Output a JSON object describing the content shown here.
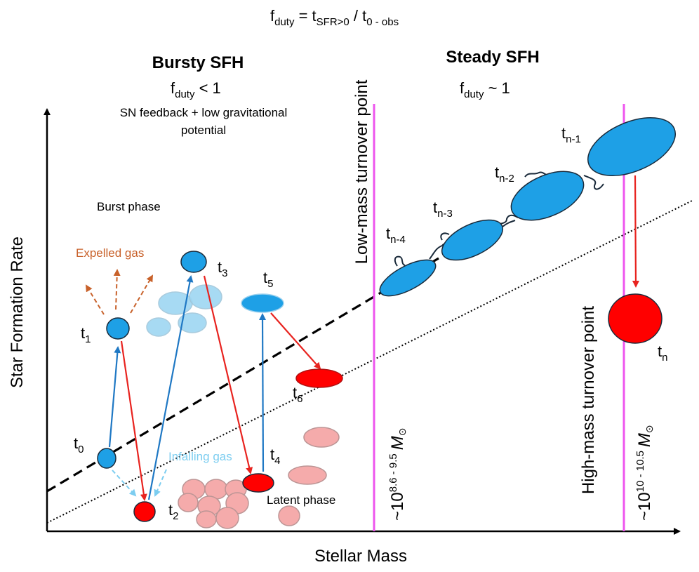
{
  "header": {
    "formula": {
      "f": "f",
      "duty": "duty",
      "eq": " = t",
      "sfr": "SFR>0",
      "slash": " / t",
      "obs": "0 - obs"
    }
  },
  "left_panel": {
    "title": "Bursty SFH",
    "fduty_f": "f",
    "fduty_sub": "duty",
    "fduty_rel": " < 1",
    "desc_line1": "SN feedback + low gravitational",
    "desc_line2": "potential",
    "burst_phase": "Burst phase",
    "latent_phase": "Latent phase",
    "expelled_gas": "Expelled gas",
    "infalling_gas": "Infalling gas"
  },
  "right_panel": {
    "title": "Steady SFH",
    "fduty_f": "f",
    "fduty_sub": "duty",
    "fduty_rel": " ~ 1"
  },
  "turnovers": {
    "low_label": "Low-mass turnover point",
    "low_mass_base": "~10",
    "low_mass_exp": "8.6 - 9.5",
    "low_mass_unit": "M",
    "high_label": "High-mass turnover point",
    "high_mass_base": "~10",
    "high_mass_exp": "10 - 10.5",
    "high_mass_unit": "M"
  },
  "axes": {
    "x_label": "Stellar Mass",
    "y_label": "Star Formation Rate"
  },
  "time_labels": {
    "t0": {
      "t": "t",
      "sub": "0"
    },
    "t1": {
      "t": "t",
      "sub": "1"
    },
    "t2": {
      "t": "t",
      "sub": "2"
    },
    "t3": {
      "t": "t",
      "sub": "3"
    },
    "t4": {
      "t": "t",
      "sub": "4"
    },
    "t5": {
      "t": "t",
      "sub": "5"
    },
    "t6": {
      "t": "t",
      "sub": "6"
    },
    "tn4": {
      "t": "t",
      "sub": "n-4"
    },
    "tn3": {
      "t": "t",
      "sub": "n-3"
    },
    "tn2": {
      "t": "t",
      "sub": "n-2"
    },
    "tn1": {
      "t": "t",
      "sub": "n-1"
    },
    "tn": {
      "t": "t",
      "sub": "n"
    }
  },
  "colors": {
    "star_forming": "#1ea0e6",
    "quenched": "#ff0000",
    "faded_blue": "#9ed6f2",
    "faded_red": "#f4a3a3",
    "turnover_line": "#ee55ee",
    "sf_arrow": "#1f78c4",
    "quench_arrow": "#e8231f",
    "expelled": "#c8612a",
    "infall": "#7ccdf0"
  }
}
